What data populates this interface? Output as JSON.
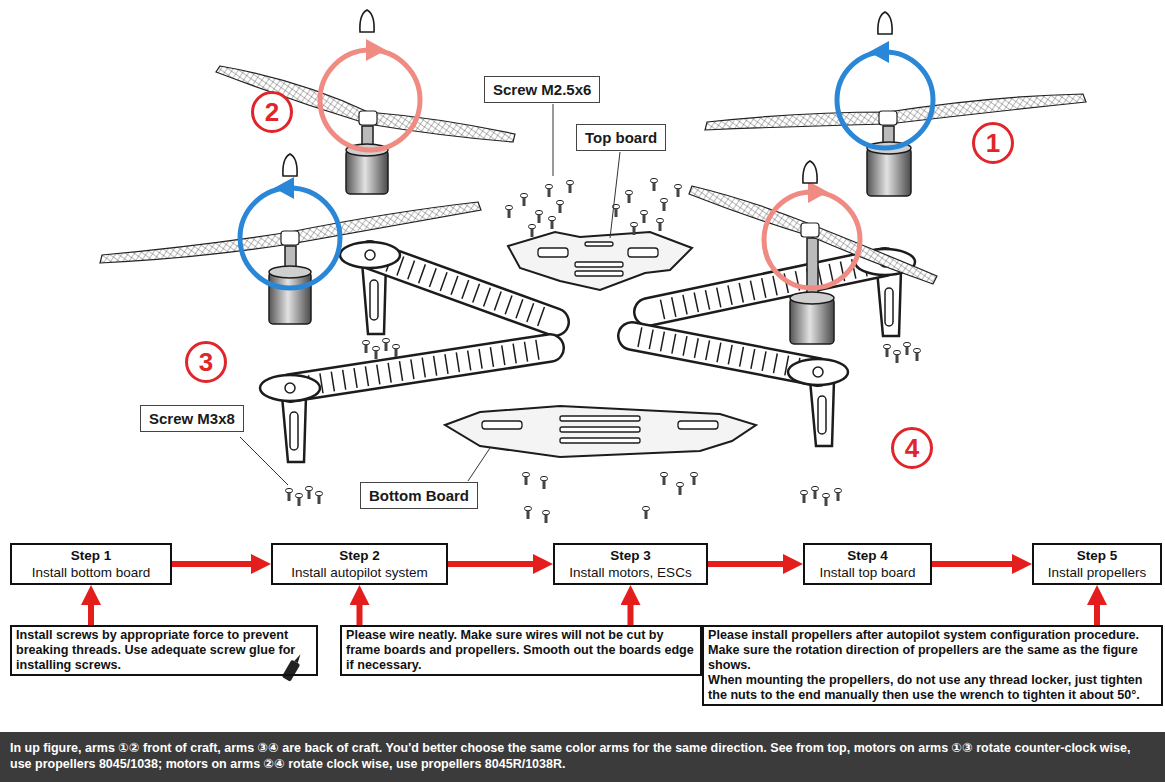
{
  "diagram": {
    "nodes": [
      {
        "text": [
          "2"
        ]
      },
      {
        "text": [
          "Screw M2.5x6"
        ]
      },
      {
        "text": [
          "Top board"
        ]
      },
      {
        "text": [
          "1"
        ]
      },
      {
        "text": [
          "3"
        ]
      },
      {
        "text": [
          "Screw M3x8"
        ]
      },
      {
        "text": [
          "4"
        ]
      },
      {
        "text": [
          "Bottom Board"
        ]
      },
      {
        "text": [
          "Step 1",
          "Install bottom board"
        ]
      },
      {
        "text": [
          "Step 2",
          "Install autopilot system"
        ]
      },
      {
        "text": [
          "Step 3",
          "Install motors, ESCs"
        ]
      },
      {
        "text": [
          "Step 4",
          "Install top board"
        ]
      },
      {
        "text": [
          "Step 5",
          "Install propellers"
        ]
      },
      {
        "text": [
          "Install screws by appropriate force to prevent breaking threads. Use adequate screw glue for installing screws."
        ]
      },
      {
        "text": [
          "Please wire neatly. Make sure wires will not be cut by frame boards and propellers. Smooth out the boards edge if necessary."
        ]
      },
      {
        "text": [
          "Please install propellers after autopilot system configuration procedure. Make sure the rotation direction of propellers are the same as the figure shows.",
          "When mounting the propellers, do not use any thread locker, just tighten the nuts to the end manually then use the wrench to tighten it about 50°."
        ]
      },
      {
        "text": [
          "In up figure, arms ①② front of craft, arms ③④ are back of craft. You'd better choose the same color arms for the same direction. See from top, motors on arms ①③ rotate counter-clock wise, use propellers 8045/1038; motors on arms ②④ rotate clock wise, use propellers 8045R/1038R."
        ]
      }
    ],
    "edges": [
      {
        "from": 8,
        "to": 9,
        "arrow": "to"
      },
      {
        "from": 9,
        "to": 10,
        "arrow": "to"
      },
      {
        "from": 10,
        "to": 11,
        "arrow": "to"
      },
      {
        "from": 11,
        "to": 12,
        "arrow": "to"
      },
      {
        "from": 13,
        "to": 8,
        "arrow": "to"
      },
      {
        "from": 14,
        "to": 9,
        "arrow": "to"
      },
      {
        "from": 14,
        "to": 10,
        "arrow": "to"
      },
      {
        "from": 15,
        "to": 12,
        "arrow": "to"
      }
    ]
  }
}
